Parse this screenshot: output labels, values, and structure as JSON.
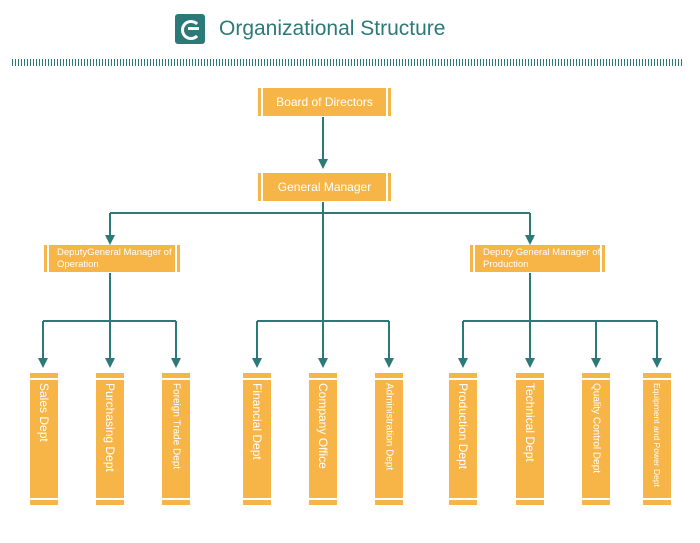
{
  "header": {
    "title": "Organizational Structure",
    "logo_icon": "company-logo-icon",
    "accent_color": "#2b7a78",
    "box_color": "#f7b548"
  },
  "chart": {
    "board": "Board of Directors",
    "general_manager": "General Manager",
    "deputy_operation": "DeputyGeneral Manager of Operation",
    "deputy_production": "Deputy General Manager of Production",
    "departments": [
      "Sales Dept",
      "Purchasing Dept",
      "Foreign Trade Dept",
      "Financial Dept",
      "Company Office",
      "Administration Dept",
      "Production Dept",
      "Technical Dept",
      "Quality Control Dept",
      "Equipment and Power Dept"
    ]
  }
}
